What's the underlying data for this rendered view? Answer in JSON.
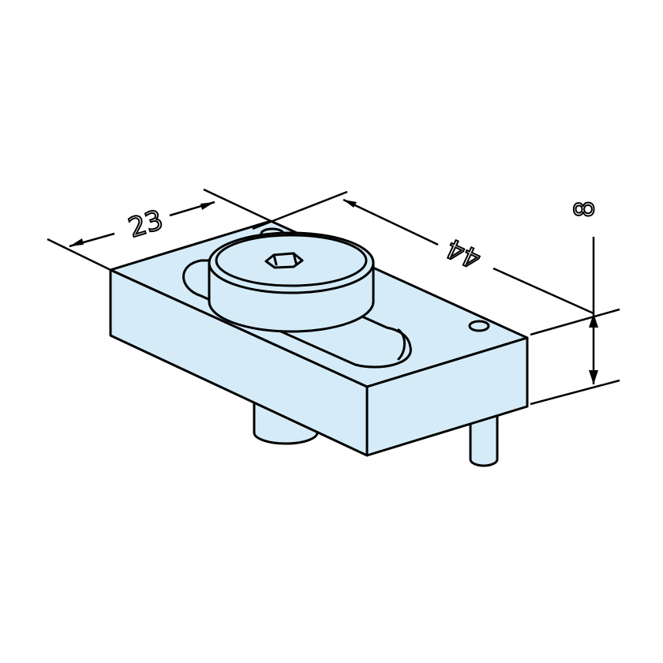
{
  "colors": {
    "part_fill": "#d5ecf8",
    "line": "#000000"
  },
  "dimensions": {
    "width": "23",
    "length": "44",
    "height": "8"
  }
}
